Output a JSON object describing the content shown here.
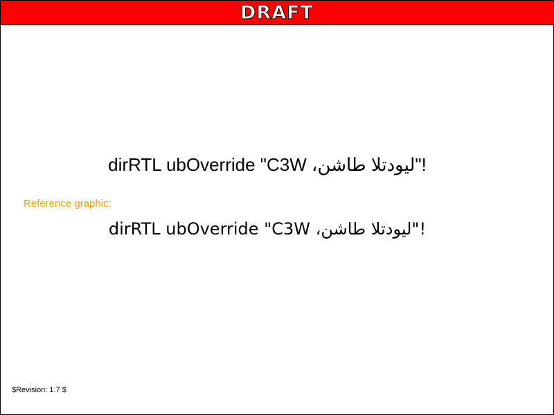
{
  "banner": {
    "text": "DRAFT",
    "background_color": "#ff0000",
    "text_color": "#ffffff"
  },
  "test": {
    "text": "dirRTL ubOverride \"C3W ،نشاط التدويل\"!"
  },
  "reference": {
    "label": "Reference graphic:",
    "label_color": "#f0a000",
    "text": "dirRTL ubOverride \"C3W ،نشاط التدويل\"!"
  },
  "footer": {
    "revision": "$Revision: 1.7 $"
  }
}
